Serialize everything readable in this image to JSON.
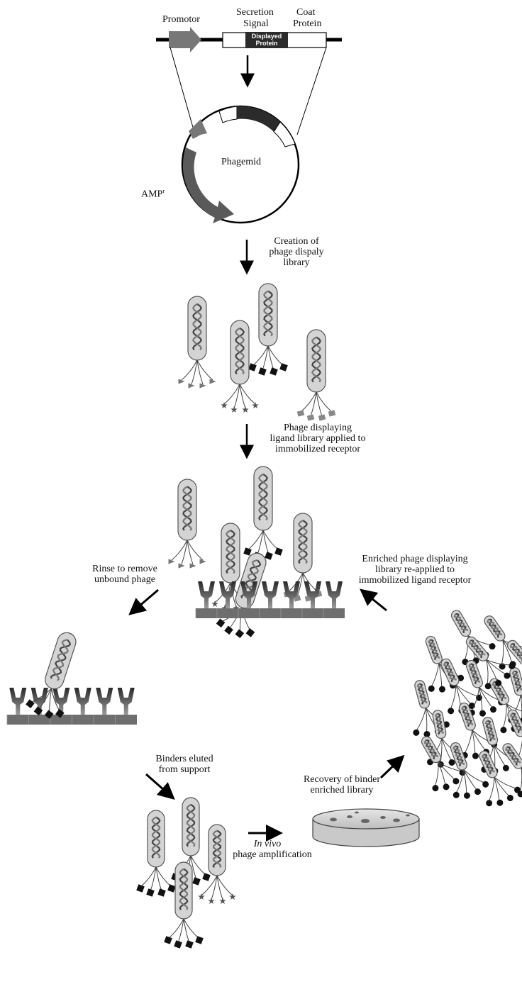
{
  "labels": {
    "promotor": "Promotor",
    "secretion_signal_1": "Secretion",
    "secretion_signal_2": "Signal",
    "coat_protein_1": "Coat",
    "coat_protein_2": "Protein",
    "displayed_protein_1": "Displayed",
    "displayed_protein_2": "Protein",
    "phagemid": "Phagemid",
    "amp": "AMP",
    "amp_sup": "r",
    "creation_1": "Creation of",
    "creation_2": "phage dispaly",
    "creation_3": "library",
    "applied_1": "Phage displaying",
    "applied_2": "ligand library applied to",
    "applied_3": "immobilized receptor",
    "rinse_1": "Rinse to remove",
    "rinse_2": "unbound phage",
    "enriched_1": "Enriched phage displaying",
    "enriched_2": "library re-applied to",
    "enriched_3": "immobilized ligand receptor",
    "binders_1": "Binders eluted",
    "binders_2": "from support",
    "recovery_1": "Recovery of binder",
    "recovery_2": "enriched library",
    "invivo_italic": "In vivo",
    "invivo_2": "phage amplification"
  },
  "colors": {
    "promoter": "#7a7a7a",
    "displayed_protein": "#2b2b2b",
    "amp_gene": "#5a5a5a",
    "phage_body": "#d4d4d4",
    "receptor": "#555555",
    "support": "#6e6e6e"
  }
}
